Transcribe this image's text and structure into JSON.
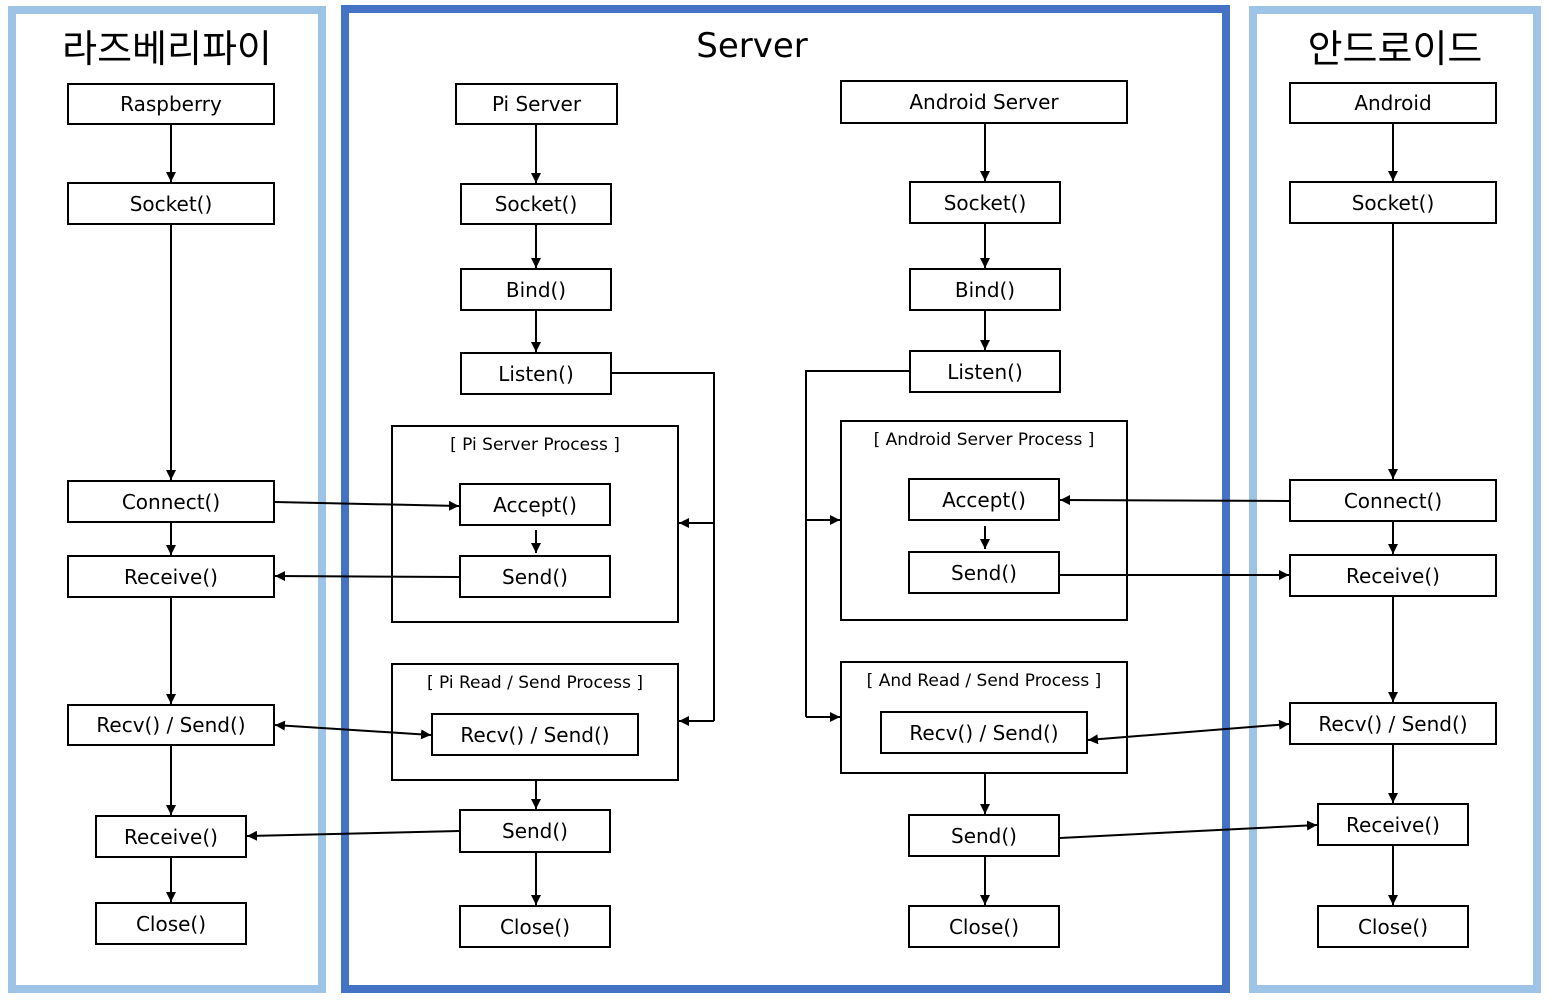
{
  "lanes": {
    "raspberry": {
      "title": "라즈베리파이"
    },
    "server": {
      "title": "Server"
    },
    "android": {
      "title": "안드로이드"
    }
  },
  "raspberry": {
    "start": "Raspberry",
    "socket": "Socket()",
    "connect": "Connect()",
    "receive": "Receive()",
    "recv_send": "Recv() / Send()",
    "receive2": "Receive()",
    "close": "Close()"
  },
  "pi_server": {
    "start": "Pi Server",
    "socket": "Socket()",
    "bind": "Bind()",
    "listen": "Listen()",
    "process_label": "[ Pi Server Process ]",
    "accept": "Accept()",
    "send": "Send()",
    "rs_label": "[ Pi Read / Send Process ]",
    "recv_send": "Recv() / Send()",
    "send2": "Send()",
    "close": "Close()"
  },
  "android_server": {
    "start": "Android Server",
    "socket": "Socket()",
    "bind": "Bind()",
    "listen": "Listen()",
    "process_label": "[ Android Server Process ]",
    "accept": "Accept()",
    "send": "Send()",
    "rs_label": "[ And Read / Send Process ]",
    "recv_send": "Recv() / Send()",
    "send2": "Send()",
    "close": "Close()"
  },
  "android": {
    "start": "Android",
    "socket": "Socket()",
    "connect": "Connect()",
    "receive": "Receive()",
    "recv_send": "Recv() / Send()",
    "receive2": "Receive()",
    "close": "Close()"
  },
  "colors": {
    "side_lane_border": "#9dc3e6",
    "server_lane_border": "#4472c4",
    "line": "#000000"
  }
}
